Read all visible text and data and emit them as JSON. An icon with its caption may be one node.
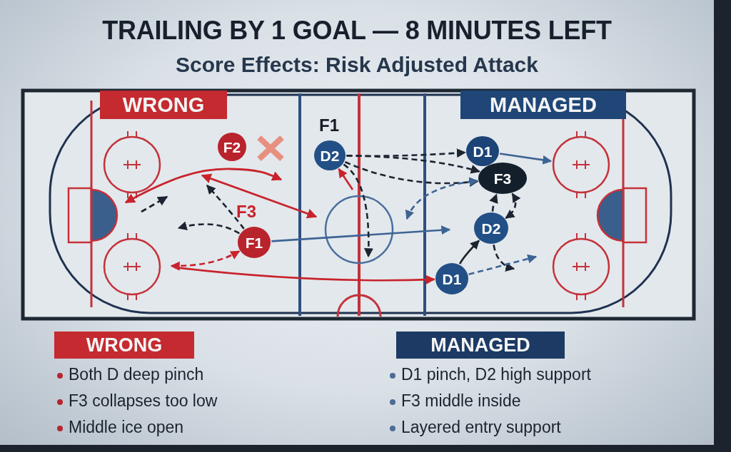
{
  "diagram": {
    "title": "TRAILING BY 1 GOAL — 8 MINUTES LEFT",
    "nodes": [
      {
        "text": [
          "F2"
        ]
      },
      {
        "text": [
          "D2"
        ],
        "beside": [
          "F1"
        ]
      },
      {
        "text": [
          "D1"
        ]
      },
      {
        "text": [
          "F3"
        ]
      },
      {
        "text": [
          "F1"
        ],
        "beside": [
          "F3"
        ]
      },
      {
        "text": [
          "D2"
        ]
      },
      {
        "text": [
          "D1"
        ]
      }
    ],
    "edges": [
      {
        "from": null,
        "to": 4,
        "arrow": "both",
        "style": "dashed",
        "color": "#c8232c"
      },
      {
        "from": 4,
        "to": null,
        "arrow": "to",
        "style": "dashed"
      },
      {
        "from": 4,
        "to": null,
        "arrow": "to",
        "style": "dashed"
      },
      {
        "from": 4,
        "to": null,
        "arrow": "to",
        "color": "#3d6494"
      },
      {
        "from": 1,
        "to": 2,
        "arrow": "to",
        "style": "dashed"
      },
      {
        "from": 1,
        "to": 3,
        "arrow": "to",
        "style": "dashed"
      },
      {
        "from": 1,
        "to": 3,
        "arrow": "to",
        "style": "dashed"
      },
      {
        "from": 1,
        "to": null,
        "arrow": "to",
        "style": "dashed"
      },
      {
        "from": null,
        "to": 1,
        "arrow": "to",
        "color": "#c8232c"
      },
      {
        "from": 2,
        "to": null,
        "arrow": "to",
        "color": "#3d6494"
      },
      {
        "from": null,
        "to": 3,
        "arrow": "both",
        "style": "dashed",
        "color": "#3d6494"
      },
      {
        "from": 5,
        "to": 3,
        "arrow": "to",
        "style": "dashed"
      },
      {
        "from": 3,
        "to": 5,
        "arrow": "both",
        "style": "dashed"
      },
      {
        "from": 6,
        "to": 5,
        "arrow": "to"
      },
      {
        "from": 5,
        "to": null,
        "arrow": "to",
        "style": "dashed"
      },
      {
        "from": 6,
        "to": null,
        "arrow": "to",
        "style": "dashed",
        "color": "#3d6494"
      },
      {
        "from": null,
        "to": 6,
        "arrow": "to",
        "color": "#c8232c"
      }
    ],
    "labels": [
      "Score Effects: Risk Adjusted Attack",
      "WRONG",
      "MANAGED",
      "WRONG",
      "Both D deep pinch",
      "F3 collapses too low",
      "Middle ice open",
      "MANAGED",
      "D1 pinch, D2 high support",
      "F3 middle inside",
      "Layered entry support"
    ]
  }
}
